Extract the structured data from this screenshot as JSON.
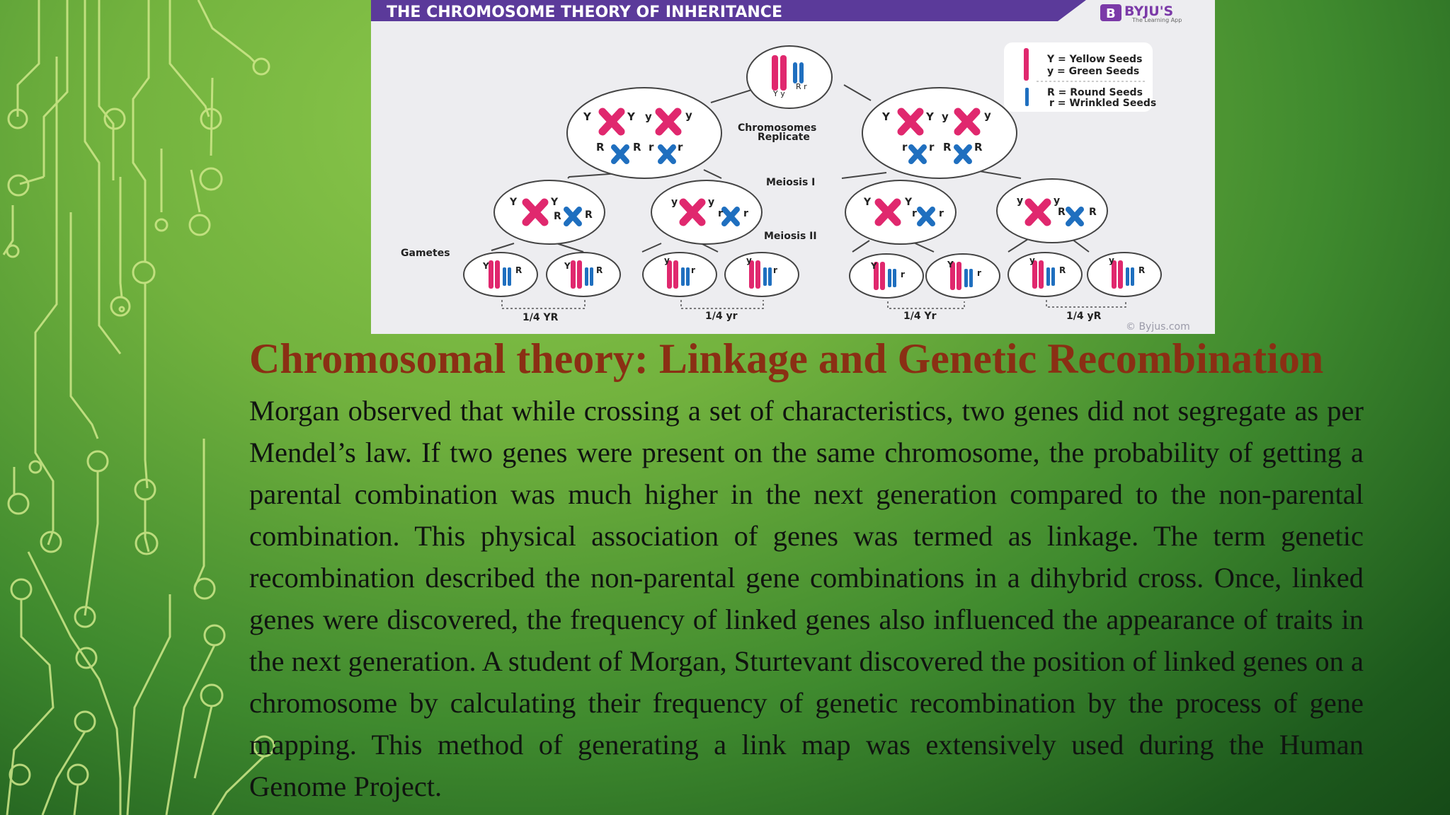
{
  "figure": {
    "banner_title": "THE CHROMOSOME THEORY OF INHERITANCE",
    "logo_text": "BYJU'S",
    "logo_tagline": "The Learning App",
    "legend": [
      "Y = Yellow Seeds",
      "y = Green Seeds",
      "R = Round Seeds",
      "r = Wrinkled Seeds"
    ],
    "stage_labels": {
      "replicate_line1": "Chromosomes",
      "replicate_line2": "Replicate",
      "meiosis1": "Meiosis I",
      "meiosis2": "Meiosis II",
      "gametes": "Gametes"
    },
    "gamete_groups": [
      "1/4 YR",
      "1/4 yr",
      "1/4 Yr",
      "1/4 yR"
    ],
    "copyright": "© Byjus.com",
    "colors": {
      "banner": "#5b3a9a",
      "pink": "#e0286e",
      "blue": "#1f6fbf"
    }
  },
  "slide": {
    "title": "Chromosomal theory: Linkage and Genetic Recombination",
    "body": "Morgan observed that while crossing a set of characteristics, two genes did not segregate as per Mendel’s law. If two genes were present on the same chromosome, the probability of getting a parental combination was much higher in the next generation compared to the non-parental combination. This physical association of genes was termed as linkage. The term genetic recombination described the non-parental gene combinations in a dihybrid cross. Once, linked genes were discovered, the frequency of linked genes also influenced the appearance of traits in the next generation. A student of Morgan, Sturtevant discovered the position of linked genes on a chromosome by calculating their frequency of genetic recombination by the process of gene mapping. This method of generating a link map was extensively used during the Human Genome Project."
  }
}
